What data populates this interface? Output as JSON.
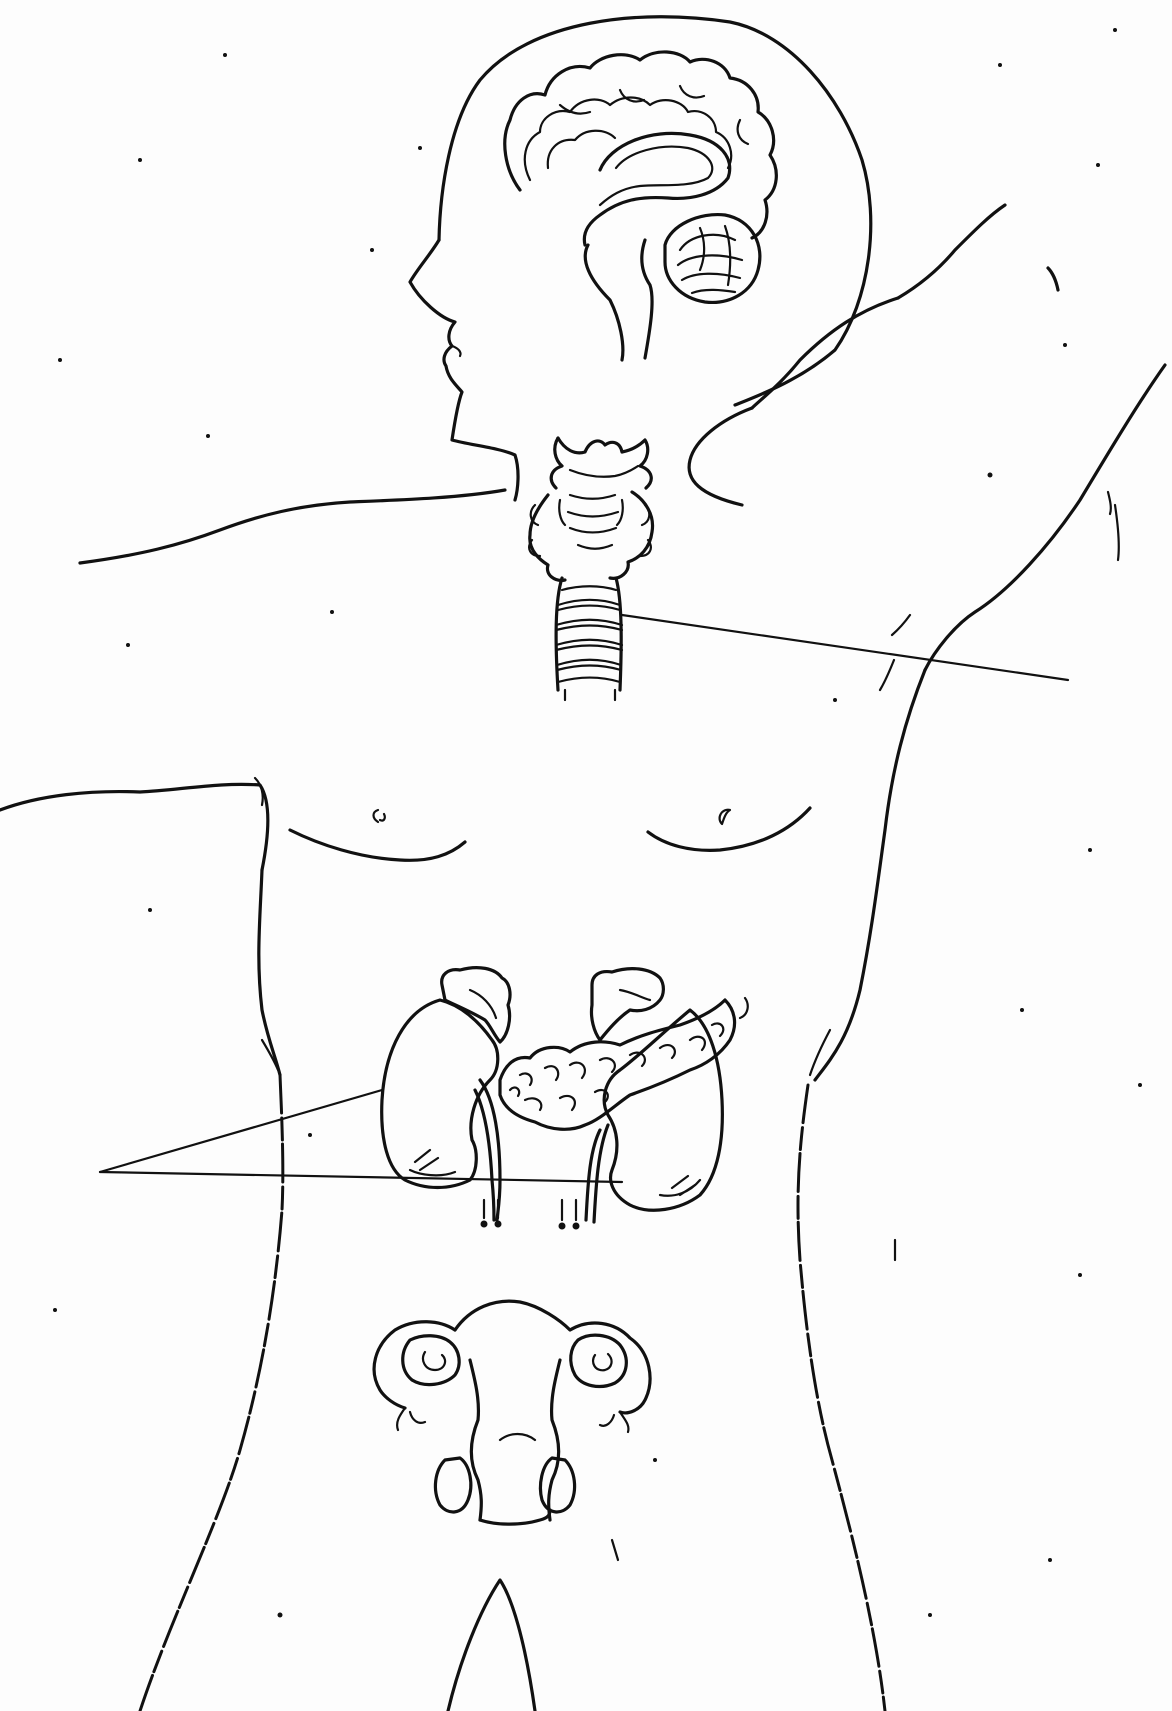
{
  "figure": {
    "ink_color": "#111111",
    "paper_color": "#fdfdfd",
    "parts": [
      "head-outline",
      "brain",
      "cerebellum",
      "thyroid-gland",
      "trachea",
      "chest-outline",
      "adrenal-glands",
      "kidneys",
      "pancreas",
      "uterus",
      "ovaries"
    ],
    "leader_lines": [
      "thyroid-pointer-line",
      "adrenal-pointer-line-upper",
      "adrenal-pointer-line-lower"
    ]
  }
}
